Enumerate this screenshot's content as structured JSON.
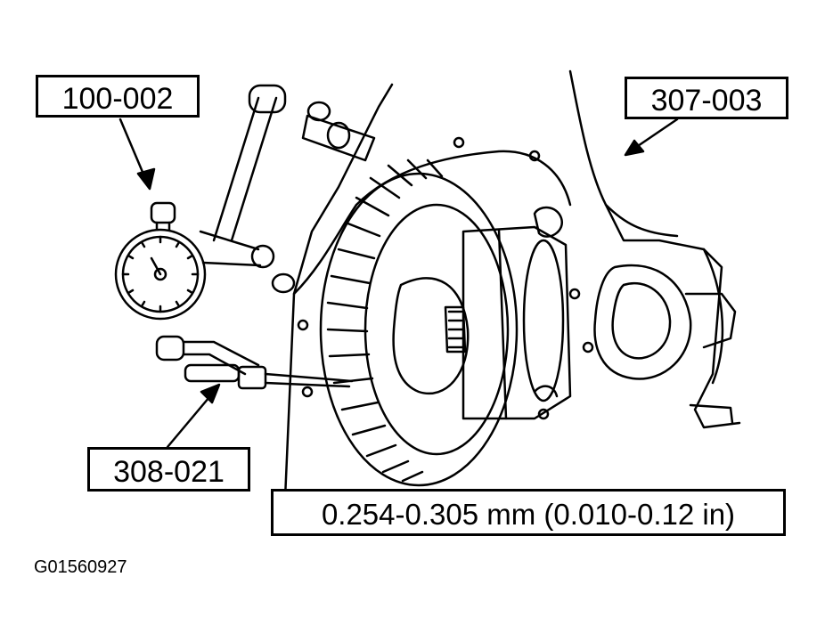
{
  "labels": {
    "dial_indicator": "100-002",
    "holding_fixture": "307-003",
    "indicator_tip": "308-021",
    "spec": "0.254-0.305 mm (0.010-0.12 in)"
  },
  "figure_id": "G01560927",
  "colors": {
    "ink": "#000000",
    "paper": "#ffffff"
  }
}
